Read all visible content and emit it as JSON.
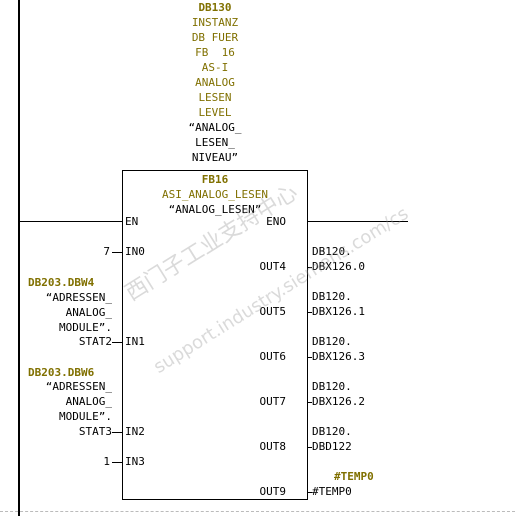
{
  "instance_db": {
    "name": "DB130",
    "lines": [
      "INSTANZ",
      "DB FUER",
      "FB  16",
      "AS-I",
      "ANALOG",
      "LESEN",
      "LEVEL",
      "“ANALOG_",
      "LESEN_",
      "NIVEAU”"
    ]
  },
  "block": {
    "name": "FB16",
    "symbol": "ASI_ANALOG_LESEN",
    "comment": "“ANALOG_LESEN”"
  },
  "pins": {
    "en": "EN",
    "eno": "ENO",
    "in0": "IN0",
    "in1": "IN1",
    "in2": "IN2",
    "in3": "IN3",
    "out4": "OUT4",
    "out5": "OUT5",
    "out6": "OUT6",
    "out7": "OUT7",
    "out8": "OUT8",
    "out9": "OUT9"
  },
  "inputs": {
    "in0_value": "7",
    "in1_addr": "DB203.DBW4",
    "in1_sym": [
      "“ADRESSEN_",
      "ANALOG_",
      "MODULE”."
    ],
    "in1_value": "STAT2",
    "in2_addr": "DB203.DBW6",
    "in2_sym": [
      "“ADRESSEN_",
      "ANALOG_",
      "MODULE”."
    ],
    "in2_value": "STAT3",
    "in3_value": "1"
  },
  "outputs": {
    "out4": [
      "DB120.",
      "DBX126.0"
    ],
    "out5": [
      "DB120.",
      "DBX126.1"
    ],
    "out6": [
      "DB120.",
      "DBX126.3"
    ],
    "out7": [
      "DB120.",
      "DBX126.2"
    ],
    "out8": [
      "DB120.",
      "DBD122"
    ],
    "out9_sym": "#TEMP0",
    "out9": "#TEMP0"
  },
  "watermark": {
    "text1": "西门子工业支持中心",
    "text2": "support.industry.siemens.com/cs"
  }
}
